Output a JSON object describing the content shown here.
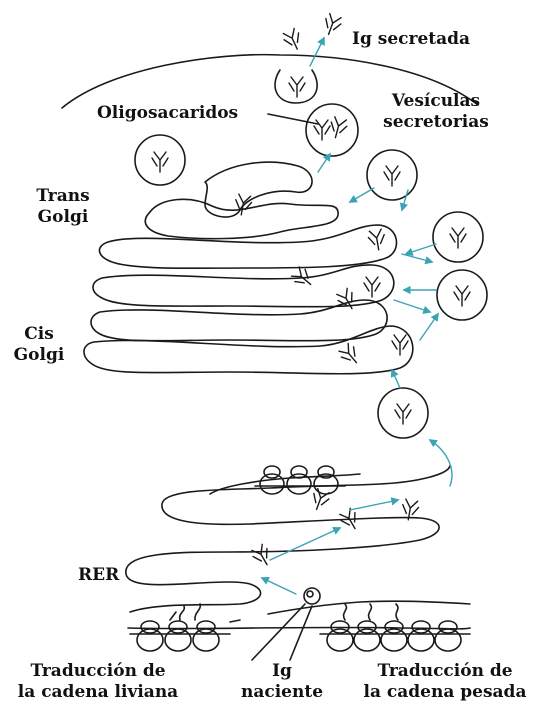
{
  "labels": {
    "ig_secretada": "Ig secretada",
    "oligosacaridos": "Oligosacaridos",
    "vesiculas_line1": "Vesículas",
    "vesiculas_line2": "secretorias",
    "trans_line1": "Trans",
    "trans_line2": "Golgi",
    "cis_line1": "Cis",
    "cis_line2": "Golgi",
    "rer": "RER",
    "trad_liviana_line1": "Traducción de",
    "trad_liviana_line2": "la cadena liviana",
    "ig_naciente_line1": "Ig",
    "ig_naciente_line2": "naciente",
    "trad_pesada_line1": "Traducción de",
    "trad_pesada_line2": "la cadena pesada"
  },
  "colors": {
    "ink": "#1a1a1a",
    "arrow": "#3aa3b5",
    "background": "#ffffff"
  }
}
